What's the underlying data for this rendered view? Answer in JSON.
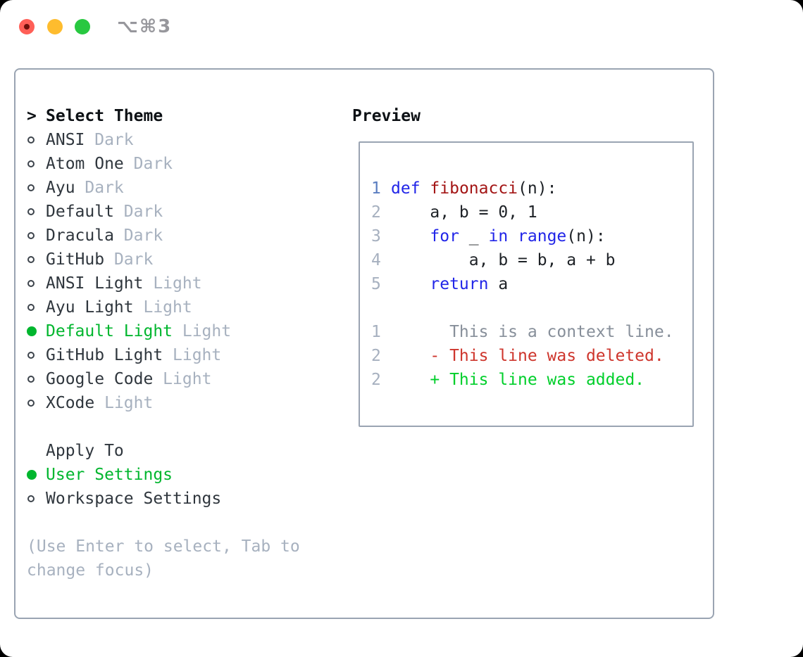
{
  "window": {
    "shortcut": "⌥⌘3",
    "traffic_lights": [
      "close",
      "minimize",
      "zoom"
    ]
  },
  "theme_panel": {
    "title_prefix": ">",
    "title": "Select Theme",
    "themes": [
      {
        "name": "ANSI",
        "variant": "Dark",
        "selected": false
      },
      {
        "name": "Atom One",
        "variant": "Dark",
        "selected": false
      },
      {
        "name": "Ayu",
        "variant": "Dark",
        "selected": false
      },
      {
        "name": "Default",
        "variant": "Dark",
        "selected": false
      },
      {
        "name": "Dracula",
        "variant": "Dark",
        "selected": false
      },
      {
        "name": "GitHub",
        "variant": "Dark",
        "selected": false
      },
      {
        "name": "ANSI Light",
        "variant": "Light",
        "selected": false
      },
      {
        "name": "Ayu Light",
        "variant": "Light",
        "selected": false
      },
      {
        "name": "Default Light",
        "variant": "Light",
        "selected": true
      },
      {
        "name": "GitHub Light",
        "variant": "Light",
        "selected": false
      },
      {
        "name": "Google Code",
        "variant": "Light",
        "selected": false
      },
      {
        "name": "XCode",
        "variant": "Light",
        "selected": false
      }
    ],
    "apply_to": {
      "label": "Apply To",
      "options": [
        {
          "name": "User Settings",
          "selected": true
        },
        {
          "name": "Workspace Settings",
          "selected": false
        }
      ]
    },
    "help_lines": [
      "(Use Enter to select, Tab to",
      "change focus)"
    ]
  },
  "preview": {
    "title": "Preview",
    "lines": [
      {
        "num": "1",
        "num_active": true,
        "segments": [
          {
            "t": "def",
            "c": "kw"
          },
          {
            "t": " ",
            "c": ""
          },
          {
            "t": "fibonacci",
            "c": "fn"
          },
          {
            "t": "(n):",
            "c": ""
          }
        ]
      },
      {
        "num": "2",
        "num_active": false,
        "segments": [
          {
            "t": "    a, b = 0, 1",
            "c": ""
          }
        ]
      },
      {
        "num": "3",
        "num_active": false,
        "segments": [
          {
            "t": "    ",
            "c": ""
          },
          {
            "t": "for",
            "c": "kw"
          },
          {
            "t": " _ ",
            "c": ""
          },
          {
            "t": "in",
            "c": "kw"
          },
          {
            "t": " ",
            "c": ""
          },
          {
            "t": "range",
            "c": "kw"
          },
          {
            "t": "(n):",
            "c": ""
          }
        ]
      },
      {
        "num": "4",
        "num_active": false,
        "segments": [
          {
            "t": "        a, b = b, a + b",
            "c": ""
          }
        ]
      },
      {
        "num": "5",
        "num_active": false,
        "segments": [
          {
            "t": "    ",
            "c": ""
          },
          {
            "t": "return",
            "c": "kw"
          },
          {
            "t": " a",
            "c": ""
          }
        ]
      },
      {
        "num": "",
        "num_active": false,
        "segments": []
      },
      {
        "num": "1",
        "num_active": false,
        "segments": [
          {
            "t": "      This is a context line.",
            "c": "ctx"
          }
        ]
      },
      {
        "num": "2",
        "num_active": false,
        "segments": [
          {
            "t": "    - This line was deleted.",
            "c": "del"
          }
        ]
      },
      {
        "num": "2",
        "num_active": false,
        "segments": [
          {
            "t": "    + This line was added.",
            "c": "add"
          }
        ]
      }
    ]
  },
  "colors": {
    "text": "#2f363d",
    "muted": "#a7b1bf",
    "border": "#9aa4b2",
    "green_list": "#00b62e",
    "green_diff": "#00cf2b",
    "red_del": "#ce352c",
    "kw_blue": "#2125e8",
    "fn_red": "#a31515",
    "lnum": "#a6b0bf",
    "lnum_active": "#5a7dc0",
    "ctx_gray": "#878f9a",
    "shortcut_gray": "#97979c",
    "light_red": "#ff5f57",
    "light_yellow": "#febc2e",
    "light_green": "#28c840"
  }
}
